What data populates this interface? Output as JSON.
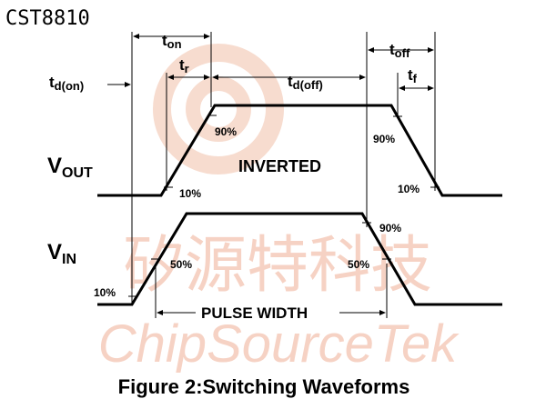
{
  "header": {
    "part_number": "CST8810"
  },
  "timing_labels": {
    "t_on": {
      "base": "t",
      "sub": "on"
    },
    "t_r": {
      "base": "t",
      "sub": "r"
    },
    "t_d_on": {
      "base": "t",
      "sub": "d(on)"
    },
    "t_d_off": {
      "base": "t",
      "sub": "d(off)"
    },
    "t_off": {
      "base": "t",
      "sub": "off"
    },
    "t_f": {
      "base": "t",
      "sub": "f"
    }
  },
  "signals": {
    "vout": {
      "base": "V",
      "sub": "OUT"
    },
    "vin": {
      "base": "V",
      "sub": "IN"
    }
  },
  "annotations": {
    "inverted": "INVERTED",
    "pulse_width": "PULSE WIDTH",
    "vout_90_rise": "90%",
    "vout_10_rise": "10%",
    "vout_90_fall": "90%",
    "vout_10_fall": "10%",
    "vin_10": "10%",
    "vin_50_rise": "50%",
    "vin_90_fall": "90%",
    "vin_50_fall": "50%"
  },
  "caption": "Figure 2:Switching Waveforms",
  "watermark": {
    "chinese": "矽源特科技",
    "latin": "ChipSourceTek"
  },
  "colors": {
    "line": "#000000",
    "watermark": "#f6d2c4",
    "logo_ring": "#f7dccf"
  }
}
